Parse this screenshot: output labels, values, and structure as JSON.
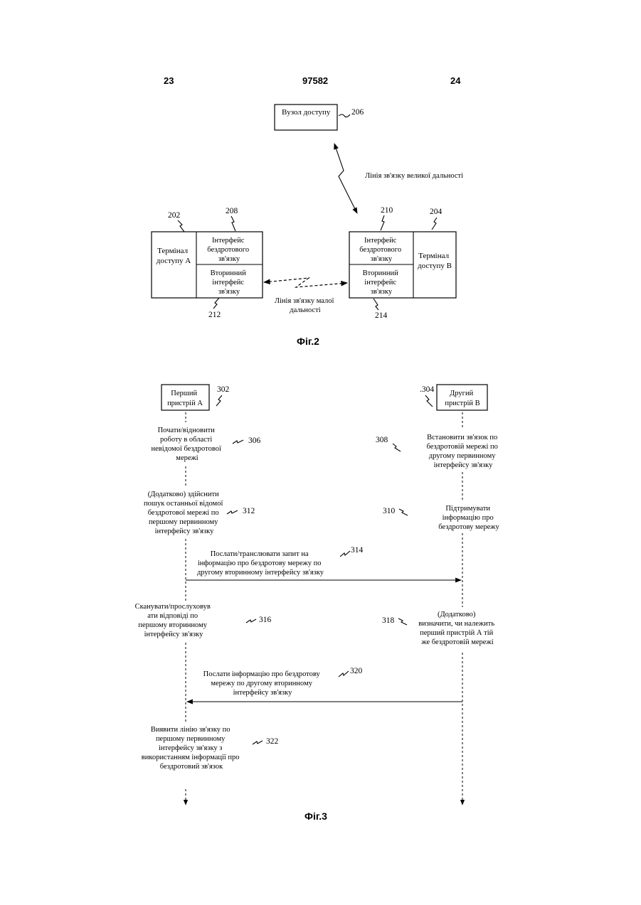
{
  "header": {
    "left": "23",
    "center": "97582",
    "right": "24"
  },
  "fig2": {
    "caption": "Фіг.2",
    "access_node": {
      "label": "Вузол доступу",
      "ref": "206"
    },
    "long_range_link": "Лінія зв'язку великої дальності",
    "short_range_link": [
      "Лінія зв'язку малої",
      "дальності"
    ],
    "terminal_a": {
      "label": [
        "Термінал",
        "доступу А"
      ],
      "ref": "202",
      "wireless_if": {
        "label": [
          "Інтерфейс",
          "бездротового",
          "зв'язку"
        ],
        "ref": "208"
      },
      "secondary_if": {
        "label": [
          "Вторинний",
          "інтерфейс",
          "зв'язку"
        ],
        "ref": "212"
      }
    },
    "terminal_b": {
      "label": [
        "Термінал",
        "доступу В"
      ],
      "ref": "204",
      "wireless_if": {
        "label": [
          "Інтерфейс",
          "бездротового",
          "зв'язку"
        ],
        "ref": "210"
      },
      "secondary_if": {
        "label": [
          "Вторинний",
          "інтерфейс",
          "зв'язку"
        ],
        "ref": "214"
      }
    }
  },
  "fig3": {
    "caption": "Фіг.3",
    "device_a": {
      "label": [
        "Перший",
        "пристрій А"
      ],
      "ref": "302"
    },
    "device_b": {
      "label": [
        "Другий",
        "пристрій В"
      ],
      "ref": ".304"
    },
    "steps": {
      "s306": {
        "label": [
          "Почати/відновити",
          "роботу в області",
          "невідомої бездротової",
          "мережі"
        ],
        "ref": "306"
      },
      "s308": {
        "label": [
          "Встановити зв'язок по",
          "бездротовій мережі по",
          "другому первинному",
          "інтерфейсу зв'язку"
        ],
        "ref": "308"
      },
      "s312": {
        "label": [
          "(Додатково) здійснити",
          "пошук останньої відомої",
          "бездротової мережі по",
          "першому первинному",
          "інтерфейсу зв'язку"
        ],
        "ref": "312"
      },
      "s310": {
        "label": [
          "Підтримувати",
          "інформацію про",
          "бездротову мережу"
        ],
        "ref": "310"
      },
      "s314": {
        "label": [
          "Послати/транслювати запит на",
          "інформацію про бездротову мережу по",
          "другому вторинному інтерфейсу зв'язку"
        ],
        "ref": "314"
      },
      "s316": {
        "label": [
          "Сканувати/прослуховув",
          "ати відповіді по",
          "першому вторинному",
          "інтерфейсу зв'язку"
        ],
        "ref": "316"
      },
      "s318": {
        "label": [
          "(Додатково)",
          "визначити, чи належить",
          "перший пристрій А тій",
          "же бездротовій мережі"
        ],
        "ref": "318"
      },
      "s320": {
        "label": [
          "Послати інформацію про бездротову",
          "мережу по другому вторинному",
          "інтерфейсу зв'язку"
        ],
        "ref": "320"
      },
      "s322": {
        "label": [
          "Виявити лінію зв'язку по",
          "першому первинному",
          "інтерфейсу зв'язку з",
          "використанням інформації про",
          "бездротовий зв'язок"
        ],
        "ref": "322"
      }
    }
  }
}
